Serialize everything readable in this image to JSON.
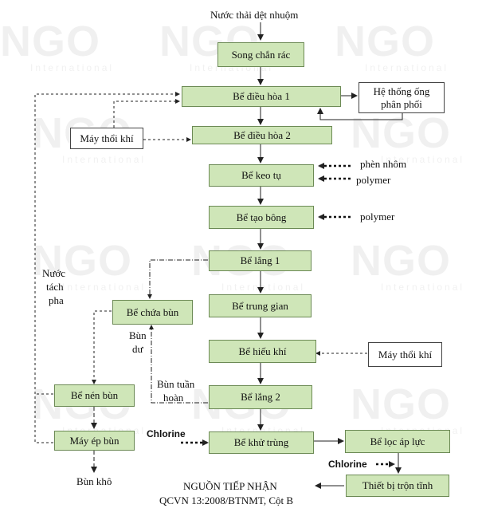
{
  "nodes": {
    "source": "Nước thải dệt nhuộm",
    "song_chan_rac": "Song chắn rác",
    "be_dieu_hoa_1": "Bể điều hòa 1",
    "he_thong_ong": "Hệ thống ống phân phối",
    "may_thoi_khi_left": "Máy thổi khí",
    "be_dieu_hoa_2": "Bể điều hòa 2",
    "be_keo_tu": "Bể keo tụ",
    "be_tao_bong": "Bể tạo bông",
    "be_lang_1": "Bể lắng 1",
    "be_chua_bun": "Bể chứa bùn",
    "be_trung_gian": "Bể trung gian",
    "be_hieu_khi": "Bể hiếu khí",
    "may_thoi_khi_right": "Máy thổi khí",
    "be_nen_bun": "Bể nén bùn",
    "be_lang_2": "Bể lắng 2",
    "may_ep_bun": "Máy ép bùn",
    "be_khu_trung": "Bể khử trùng",
    "be_loc_ap_luc": "Bể lọc áp lực",
    "thiet_bi_tron_tinh": "Thiết bị trộn tĩnh"
  },
  "labels": {
    "phen_nhom": "phèn nhôm",
    "polymer_1": "polymer",
    "polymer_2": "polymer",
    "nuoc_tach_pha_1": "Nước",
    "nuoc_tach_pha_2": "tách",
    "nuoc_tach_pha_3": "pha",
    "bun_du_1": "Bùn",
    "bun_du_2": "dư",
    "bun_tuan_hoan_1": "Bùn tuần",
    "bun_tuan_hoan_2": "hoàn",
    "chlorine_left": "Chlorine",
    "chlorine_right": "Chlorine",
    "bun_kho": "Bùn khô",
    "receiver_1": "NGUỒN TIẾP NHẬN",
    "receiver_2": "QCVN 13:2008/BTNMT, Cột B"
  },
  "watermark": {
    "brand": "NGO",
    "sub": "International"
  },
  "colors": {
    "process_fill": "#cfe6b8",
    "process_border": "#6c8a55",
    "line": "#222222"
  }
}
